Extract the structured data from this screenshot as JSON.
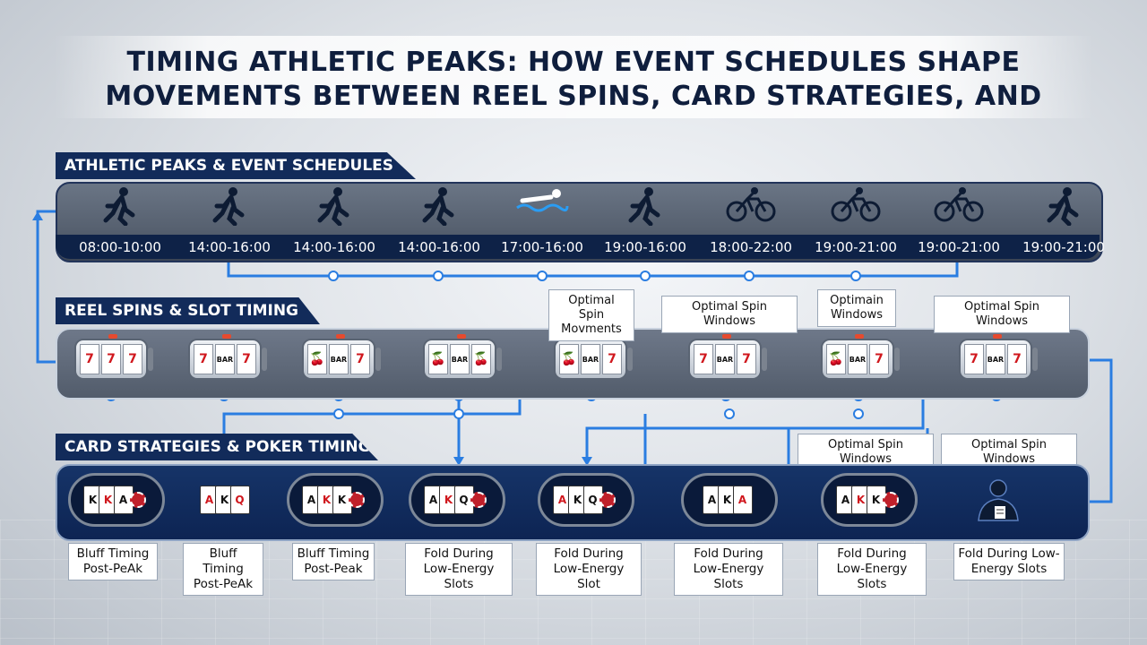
{
  "title": {
    "line1": "TIMING ATHLETIC PEAKS: HOW EVENT SCHEDULES SHAPE",
    "line2": "MOVEMENTS BETWEEN REEL SPINS, CARD STRATEGIES, AND"
  },
  "sections": {
    "athletic": "ATHLETIC PEAKS & EVENT SCHEDULES",
    "reel": "REEL SPINS & SLOT TIMING",
    "card": "CARD STRATEGIES & POKER TIMING"
  },
  "athletic_items": [
    {
      "icon": "runner-icon",
      "time": "08:00-10:00"
    },
    {
      "icon": "runner-icon",
      "time": "14:00-16:00"
    },
    {
      "icon": "runner-icon",
      "time": "14:00-16:00"
    },
    {
      "icon": "runner-icon",
      "time": "14:00-16:00"
    },
    {
      "icon": "swimmer-icon",
      "time": "17:00-16:00"
    },
    {
      "icon": "runner-icon",
      "time": "19:00-16:00"
    },
    {
      "icon": "cyclist-icon",
      "time": "18:00-22:00"
    },
    {
      "icon": "cyclist-icon",
      "time": "19:00-21:00"
    },
    {
      "icon": "cyclist-icon",
      "time": "19:00-21:00"
    },
    {
      "icon": "runner-icon",
      "time": "19:00-21:00"
    }
  ],
  "reel_slots": [
    {
      "reels": [
        "7",
        "7",
        "7"
      ]
    },
    {
      "reels": [
        "7",
        "BAR",
        "7"
      ]
    },
    {
      "reels": [
        "🍒",
        "BAR",
        "7"
      ]
    },
    {
      "reels": [
        "🍒",
        "BAR",
        "🍒"
      ]
    },
    {
      "reels": [
        "🍒",
        "BAR",
        "7"
      ]
    },
    {
      "reels": [
        "7",
        "BAR",
        "7"
      ]
    },
    {
      "reels": [
        "🍒",
        "BAR",
        "7"
      ]
    },
    {
      "reels": [
        "7",
        "BAR",
        "7"
      ]
    }
  ],
  "reel_callouts": [
    "Optimal Spin Movments",
    "Optimal Spin Windows",
    "Optimain Windows",
    "Optimal Spin Windows"
  ],
  "card_callouts": [
    "Optimal Spin Windows",
    "Optimal Spin Windows"
  ],
  "card_strategies": [
    "Bluff Timing Post-PeAk",
    "Bluff Timing Post-PeAk",
    "Bluff Timing Post-Peak",
    "Fold During Low-Energy Slots",
    "Fold During Low-Energy Slot",
    "Fold During Low-Energy Slots",
    "Fold During Low-Energy Slots",
    "Fold During Low-Energy Slots"
  ],
  "colors": {
    "navy": "#122b5a",
    "connector": "#2a7de1",
    "cherry_red": "#d0171d"
  }
}
